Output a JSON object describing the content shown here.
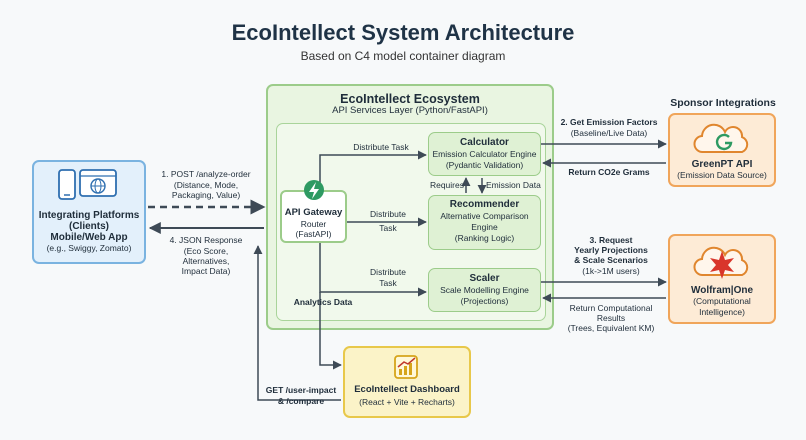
{
  "title": "EcoIntellect System Architecture",
  "subtitle": "Based on C4 model container diagram",
  "ecosystem": {
    "title": "EcoIntellect Ecosystem",
    "subtitle": "API Services Layer (Python/FastAPI)"
  },
  "sponsor_title": "Sponsor Integrations",
  "clients": {
    "line1": "Integrating Platforms",
    "line2": "(Clients)",
    "line3": "Mobile/Web App",
    "line4": "(e.g., Swiggy, Zomato)"
  },
  "gateway": {
    "name": "API Gateway",
    "line2": "Router",
    "line3": "(FastAPI)"
  },
  "calculator": {
    "name": "Calculator",
    "line2": "Emission Calculator Engine",
    "line3": "(Pydantic Validation)"
  },
  "recommender": {
    "name": "Recommender",
    "line2": "Alternative Comparison",
    "line3": "Engine",
    "line4": "(Ranking Logic)"
  },
  "scaler": {
    "name": "Scaler",
    "line2": "Scale Modelling Engine",
    "line3": "(Projections)"
  },
  "greenpt": {
    "name": "GreenPT API",
    "line2": "(Emission Data Source)"
  },
  "wolfram": {
    "name": "Wolfram|One",
    "line2": "(Computational",
    "line3": "Intelligence)"
  },
  "dashboard": {
    "name": "EcoIntellect Dashboard",
    "line2": "(React + Vite + Recharts)"
  },
  "labels": {
    "post_1": "1. POST /analyze-order",
    "post_2": "(Distance, Mode,",
    "post_3": "Packaging, Value)",
    "json_1": "4. JSON Response",
    "json_2": "(Eco Score,",
    "json_3": "Alternatives,",
    "json_4": "Impact Data)",
    "distribute_calc": "Distribute Task",
    "distribute_rec_1": "Distribute",
    "distribute_rec_2": "Task",
    "distribute_scl_1": "Distribute",
    "distribute_scl_2": "Task",
    "requires": "Requires",
    "emission_data": "Emission Data",
    "get_ef_1": "2. Get Emission Factors",
    "get_ef_2": "(Baseline/Live Data)",
    "return_co2": "Return CO2e Grams",
    "req_1": "3. Request",
    "req_2": "Yearly Projections",
    "req_3": "& Scale Scenarios",
    "req_4": "(1k->1M users)",
    "ret_comp_1": "Return Computational",
    "ret_comp_2": "Results",
    "ret_comp_3": "(Trees, Equivalent KM)",
    "analytics": "Analytics Data",
    "get_user_1": "GET /user-impact",
    "get_user_2": "& /compare"
  },
  "colors": {
    "green_border": "#9ccc8a",
    "green_fill": "#e9f5e1",
    "blue_border": "#7ab3e0",
    "blue_fill": "#e3f0fb",
    "orange_border": "#f0a55a",
    "orange_fill": "#fdebd6",
    "yellow_border": "#e8c84a",
    "yellow_fill": "#fbf3c8",
    "line": "#3e4a56"
  }
}
